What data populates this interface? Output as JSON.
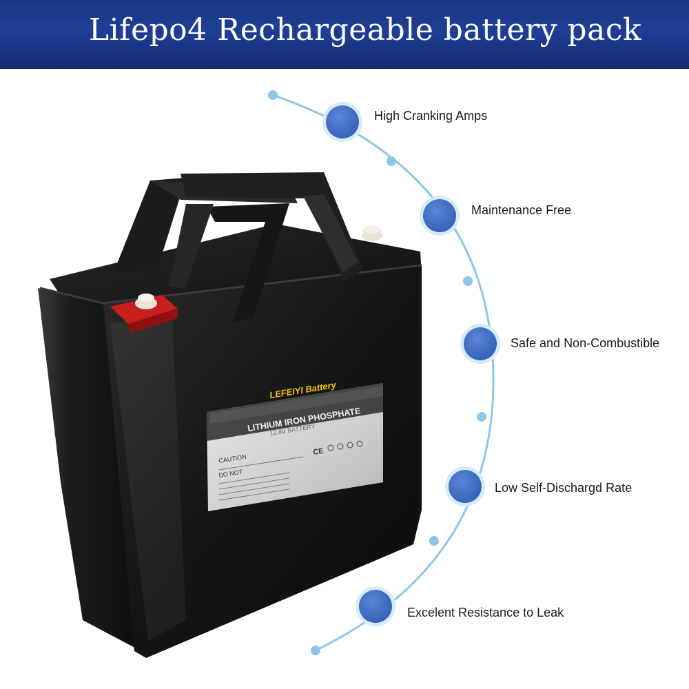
{
  "banner": {
    "title": "Lifepo4 Rechargeable battery pack",
    "color": "#1f3f96"
  },
  "battery": {
    "brand": "LEFEIYI Battery",
    "chemistry": "LITHIUM IRON PHOSPHATE",
    "voltage": "12.8V BATTERY",
    "caution": "CAUTION",
    "do_not": "DO NOT",
    "ce_mark": "CE"
  },
  "features": [
    {
      "label": "High Cranking Amps"
    },
    {
      "label": "Maintenance Free"
    },
    {
      "label": "Safe and Non-Combustible"
    },
    {
      "label": "Low Self-Dischargd Rate"
    },
    {
      "label": "Excelent Resistance to Leak"
    }
  ],
  "colors": {
    "arc": "#8ec6ea",
    "node": "#3d6dc6",
    "node_ring": "#cfe6f6",
    "battery_body": "#141414"
  }
}
